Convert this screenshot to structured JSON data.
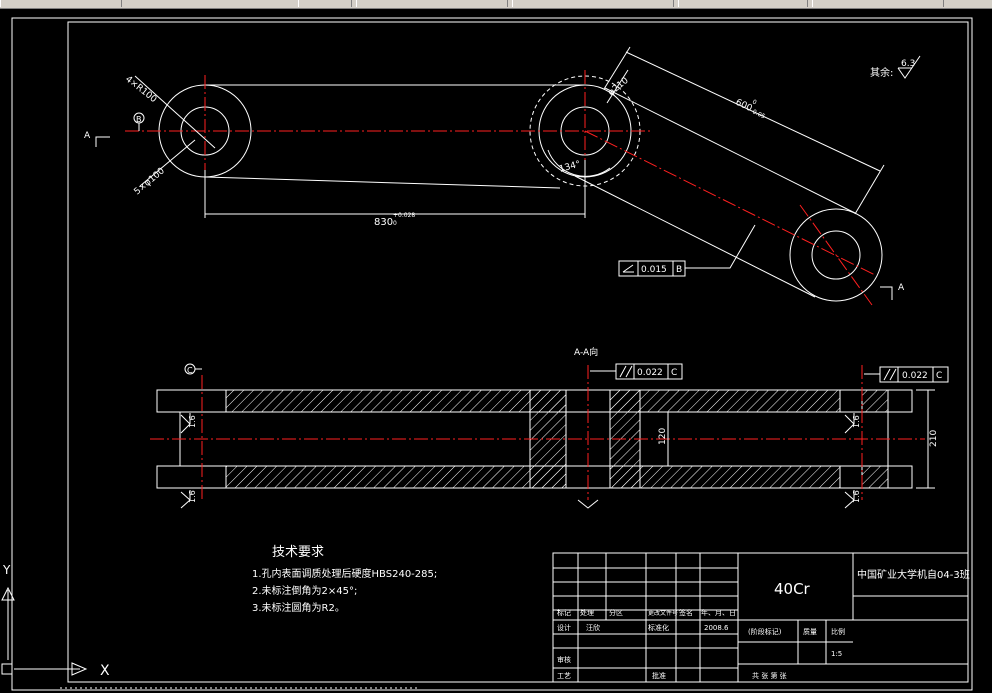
{
  "colors": {
    "background": "#000000",
    "line": "#ffffff",
    "center_line": "#ff2020",
    "toolbar": "#d4d0c8"
  },
  "top_view": {
    "hole_label_left_a": "4×R100",
    "hole_label_left_b": "5×φ100",
    "dia_label": "φ210",
    "length_label": "830",
    "length_tol": "+0.028",
    "length_tol_low": "0",
    "arm_length_label": "600",
    "arm_length_tol": "0",
    "arm_length_tol_low": "-0.05",
    "angle_label": "134°",
    "datum_b": "B",
    "section_a_left": "A",
    "section_a_right": "A",
    "gtol_value": "0.015",
    "gtol_datum": "B"
  },
  "side_view": {
    "view_title": "A-A向",
    "datum_c": "C",
    "gtol_value_1": "0.022",
    "gtol_datum_1": "C",
    "gtol_value_2": "0.022",
    "gtol_datum_2": "C",
    "roughness": "1.6",
    "inner_height": "120",
    "total_height": "210"
  },
  "roughness_note": {
    "label": "其余:",
    "value": "6.3"
  },
  "tech_requirements": {
    "title": "技术要求",
    "items": [
      "1.孔内表面调质处理后硬度HBS240-285;",
      "2.未标注倒角为2×45°;",
      "3.未标注圆角为R2。"
    ]
  },
  "title_block": {
    "material": "40Cr",
    "school": "中国矿业大学机自04-3班",
    "row_headers": [
      "标记",
      "处理",
      "分区",
      "更改文件号",
      "签名",
      "年、月、日"
    ],
    "design_label": "设计",
    "design_name": "汪欣",
    "standard_label": "标准化",
    "date": "2008.6",
    "material_mark": "(阶段标记)",
    "weight_label": "质量",
    "scale_label": "比例",
    "scale_value": "1:5",
    "review_label": "审核",
    "process_label": "工艺",
    "approve_label": "批准",
    "sheets_label": "共    张    第    张"
  },
  "ucs": {
    "x_label": "X",
    "y_label": "Y"
  }
}
